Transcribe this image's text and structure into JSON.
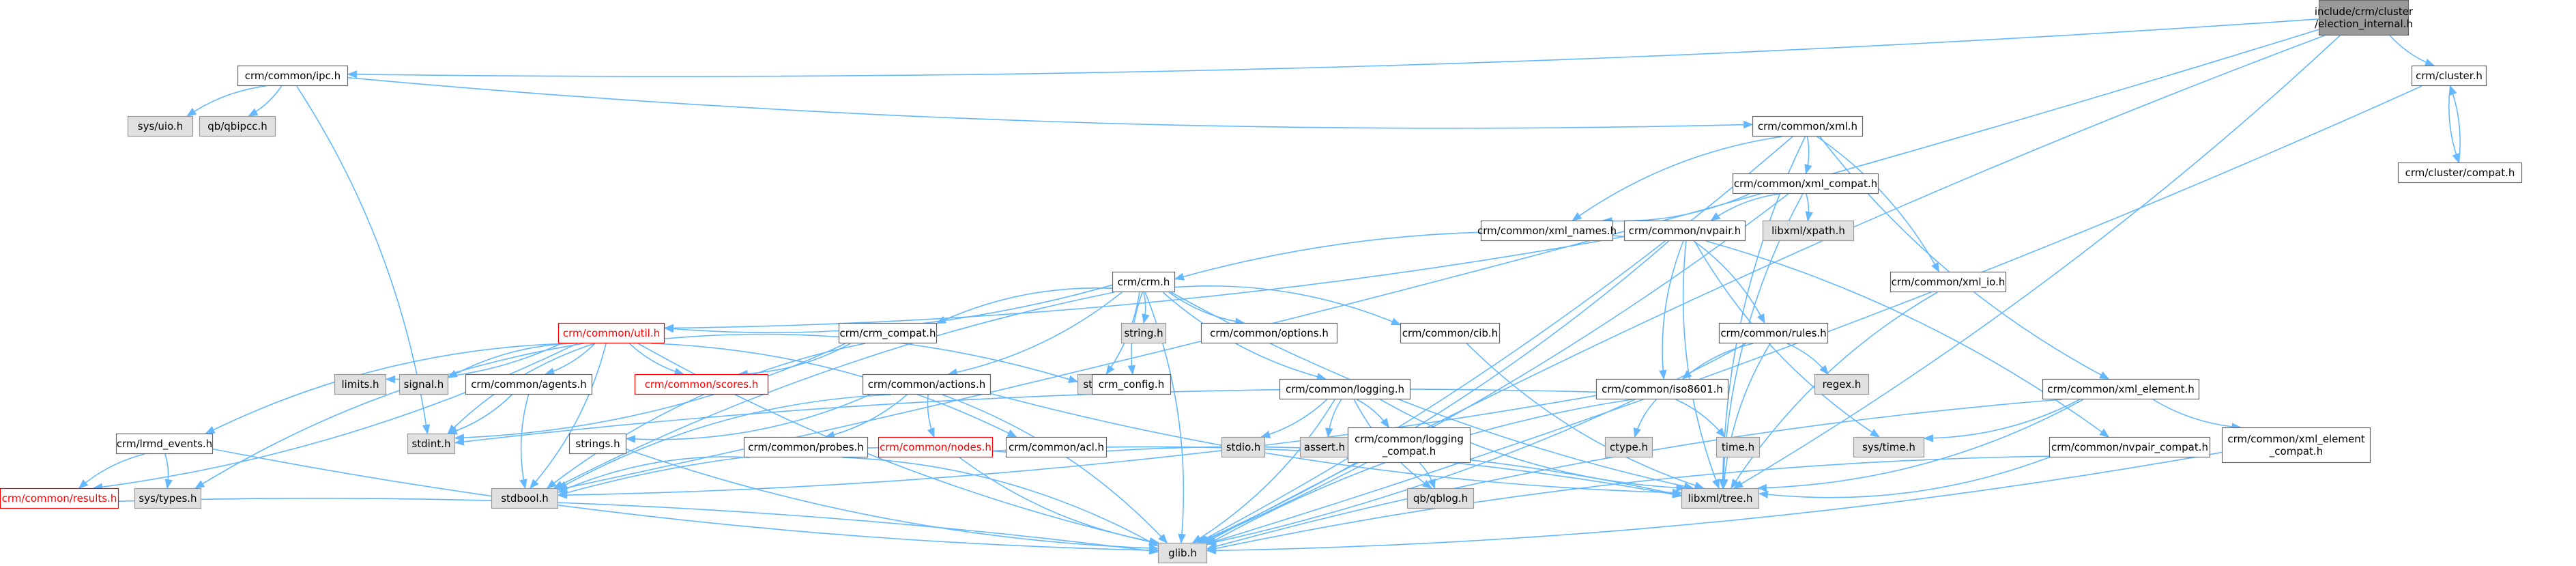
{
  "colors": {
    "edge": "#63b8ff",
    "node_border": "#666666",
    "node_fill": "#ffffff",
    "external_fill": "#e0e0e0",
    "external_border": "#999999",
    "root_fill": "#999999",
    "root_border": "#666666",
    "highlight_border": "#ff0000",
    "highlight_text": "#ff0000",
    "text": "#000000"
  },
  "nodes": [
    {
      "id": "root",
      "label": [
        "include/crm/cluster",
        "/election_internal.h"
      ],
      "kind": "root"
    },
    {
      "id": "ipc",
      "label": [
        "crm/common/ipc.h"
      ],
      "kind": "normal"
    },
    {
      "id": "cluster",
      "label": [
        "crm/cluster.h"
      ],
      "kind": "normal"
    },
    {
      "id": "sysuio",
      "label": [
        "sys/uio.h"
      ],
      "kind": "external"
    },
    {
      "id": "qbipcc",
      "label": [
        "qb/qbipcc.h"
      ],
      "kind": "external"
    },
    {
      "id": "xml",
      "label": [
        "crm/common/xml.h"
      ],
      "kind": "normal"
    },
    {
      "id": "clustercompat",
      "label": [
        "crm/cluster/compat.h"
      ],
      "kind": "normal"
    },
    {
      "id": "xmlcompat",
      "label": [
        "crm/common/xml_compat.h"
      ],
      "kind": "normal"
    },
    {
      "id": "xmlnames",
      "label": [
        "crm/common/xml_names.h"
      ],
      "kind": "normal"
    },
    {
      "id": "nvpair",
      "label": [
        "crm/common/nvpair.h"
      ],
      "kind": "normal"
    },
    {
      "id": "xpath",
      "label": [
        "libxml/xpath.h"
      ],
      "kind": "external"
    },
    {
      "id": "crmh",
      "label": [
        "crm/crm.h"
      ],
      "kind": "normal"
    },
    {
      "id": "xmlio",
      "label": [
        "crm/common/xml_io.h"
      ],
      "kind": "normal"
    },
    {
      "id": "util",
      "label": [
        "crm/common/util.h"
      ],
      "kind": "highlight"
    },
    {
      "id": "crmcompat",
      "label": [
        "crm/crm_compat.h"
      ],
      "kind": "normal"
    },
    {
      "id": "stringh",
      "label": [
        "string.h"
      ],
      "kind": "external"
    },
    {
      "id": "options",
      "label": [
        "crm/common/options.h"
      ],
      "kind": "normal"
    },
    {
      "id": "cib",
      "label": [
        "crm/common/cib.h"
      ],
      "kind": "normal"
    },
    {
      "id": "rules",
      "label": [
        "crm/common/rules.h"
      ],
      "kind": "normal"
    },
    {
      "id": "limits",
      "label": [
        "limits.h"
      ],
      "kind": "external"
    },
    {
      "id": "signal",
      "label": [
        "signal.h"
      ],
      "kind": "external"
    },
    {
      "id": "agents",
      "label": [
        "crm/common/agents.h"
      ],
      "kind": "normal"
    },
    {
      "id": "scores",
      "label": [
        "crm/common/scores.h"
      ],
      "kind": "highlight"
    },
    {
      "id": "stdlib",
      "label": [
        "stdlib.h"
      ],
      "kind": "external"
    },
    {
      "id": "crmconfig",
      "label": [
        "crm_config.h"
      ],
      "kind": "normal"
    },
    {
      "id": "actions",
      "label": [
        "crm/common/actions.h"
      ],
      "kind": "normal"
    },
    {
      "id": "logging",
      "label": [
        "crm/common/logging.h"
      ],
      "kind": "normal"
    },
    {
      "id": "regex",
      "label": [
        "regex.h"
      ],
      "kind": "external"
    },
    {
      "id": "iso8601",
      "label": [
        "crm/common/iso8601.h"
      ],
      "kind": "normal"
    },
    {
      "id": "xmlelement",
      "label": [
        "crm/common/xml_element.h"
      ],
      "kind": "normal"
    },
    {
      "id": "lrmd",
      "label": [
        "crm/lrmd_events.h"
      ],
      "kind": "normal"
    },
    {
      "id": "stdint",
      "label": [
        "stdint.h"
      ],
      "kind": "external"
    },
    {
      "id": "stringsh",
      "label": [
        "strings.h"
      ],
      "kind": "normal"
    },
    {
      "id": "probes",
      "label": [
        "crm/common/probes.h"
      ],
      "kind": "normal"
    },
    {
      "id": "nodes",
      "label": [
        "crm/common/nodes.h"
      ],
      "kind": "highlight"
    },
    {
      "id": "acl",
      "label": [
        "crm/common/acl.h"
      ],
      "kind": "normal"
    },
    {
      "id": "stdio",
      "label": [
        "stdio.h"
      ],
      "kind": "external"
    },
    {
      "id": "assert",
      "label": [
        "assert.h"
      ],
      "kind": "external"
    },
    {
      "id": "logcompat",
      "label": [
        "crm/common/logging",
        "_compat.h"
      ],
      "kind": "normal"
    },
    {
      "id": "ctype",
      "label": [
        "ctype.h"
      ],
      "kind": "external"
    },
    {
      "id": "timeh",
      "label": [
        "time.h"
      ],
      "kind": "external"
    },
    {
      "id": "systime",
      "label": [
        "sys/time.h"
      ],
      "kind": "external"
    },
    {
      "id": "nvpaircompat",
      "label": [
        "crm/common/nvpair_compat.h"
      ],
      "kind": "normal"
    },
    {
      "id": "xmlelemcompat",
      "label": [
        "crm/common/xml_element",
        "_compat.h"
      ],
      "kind": "normal"
    },
    {
      "id": "results",
      "label": [
        "crm/common/results.h"
      ],
      "kind": "highlight"
    },
    {
      "id": "systypes",
      "label": [
        "sys/types.h"
      ],
      "kind": "external"
    },
    {
      "id": "stdbool",
      "label": [
        "stdbool.h"
      ],
      "kind": "external"
    },
    {
      "id": "qblog",
      "label": [
        "qb/qblog.h"
      ],
      "kind": "external"
    },
    {
      "id": "tree",
      "label": [
        "libxml/tree.h"
      ],
      "kind": "external"
    },
    {
      "id": "glib",
      "label": [
        "glib.h"
      ],
      "kind": "external"
    }
  ],
  "edges": [
    [
      "root",
      "ipc"
    ],
    [
      "root",
      "cluster"
    ],
    [
      "root",
      "stdbool"
    ],
    [
      "root",
      "glib"
    ],
    [
      "root",
      "tree"
    ],
    [
      "ipc",
      "sysuio"
    ],
    [
      "ipc",
      "qbipcc"
    ],
    [
      "ipc",
      "xml"
    ],
    [
      "ipc",
      "stdint"
    ],
    [
      "cluster",
      "clustercompat"
    ],
    [
      "cluster",
      "glib"
    ],
    [
      "clustercompat",
      "cluster"
    ],
    [
      "xml",
      "xmlcompat"
    ],
    [
      "xml",
      "xmlnames"
    ],
    [
      "xml",
      "xmlio"
    ],
    [
      "xml",
      "xmlelement"
    ],
    [
      "xml",
      "glib"
    ],
    [
      "xml",
      "tree"
    ],
    [
      "xmlcompat",
      "xmlnames"
    ],
    [
      "xmlcompat",
      "nvpair"
    ],
    [
      "xmlcompat",
      "xpath"
    ],
    [
      "xmlcompat",
      "tree"
    ],
    [
      "xmlcompat",
      "glib"
    ],
    [
      "nvpair",
      "crmh"
    ],
    [
      "nvpair",
      "rules"
    ],
    [
      "nvpair",
      "iso8601"
    ],
    [
      "nvpair",
      "nvpaircompat"
    ],
    [
      "nvpair",
      "systime"
    ],
    [
      "nvpair",
      "glib"
    ],
    [
      "nvpair",
      "tree"
    ],
    [
      "nvpair",
      "util"
    ],
    [
      "xmlio",
      "tree"
    ],
    [
      "crmh",
      "util"
    ],
    [
      "crmh",
      "crmcompat"
    ],
    [
      "crmh",
      "stringh"
    ],
    [
      "crmh",
      "options"
    ],
    [
      "crmh",
      "cib"
    ],
    [
      "crmh",
      "crmconfig"
    ],
    [
      "crmh",
      "actions"
    ],
    [
      "crmh",
      "logging"
    ],
    [
      "crmh",
      "stdlib"
    ],
    [
      "crmh",
      "stdbool"
    ],
    [
      "crmh",
      "glib"
    ],
    [
      "crmh",
      "tree"
    ],
    [
      "util",
      "limits"
    ],
    [
      "util",
      "signal"
    ],
    [
      "util",
      "agents"
    ],
    [
      "util",
      "scores"
    ],
    [
      "util",
      "stdlib"
    ],
    [
      "util",
      "lrmd"
    ],
    [
      "util",
      "results"
    ],
    [
      "util",
      "stdint"
    ],
    [
      "util",
      "stdbool"
    ],
    [
      "util",
      "glib"
    ],
    [
      "util",
      "acl"
    ],
    [
      "util",
      "systypes"
    ],
    [
      "crmcompat",
      "stdint"
    ],
    [
      "crmcompat",
      "stdbool"
    ],
    [
      "crmcompat",
      "scores"
    ],
    [
      "cib",
      "tree"
    ],
    [
      "rules",
      "regex"
    ],
    [
      "rules",
      "iso8601"
    ],
    [
      "rules",
      "glib"
    ],
    [
      "rules",
      "tree"
    ],
    [
      "agents",
      "stdint"
    ],
    [
      "agents",
      "stdbool"
    ],
    [
      "actions",
      "probes"
    ],
    [
      "actions",
      "nodes"
    ],
    [
      "actions",
      "stringsh"
    ],
    [
      "actions",
      "stdbool"
    ],
    [
      "actions",
      "glib"
    ],
    [
      "actions",
      "tree"
    ],
    [
      "logging",
      "stdio"
    ],
    [
      "logging",
      "assert"
    ],
    [
      "logging",
      "logcompat"
    ],
    [
      "logging",
      "qblog"
    ],
    [
      "logging",
      "glib"
    ],
    [
      "logging",
      "tree"
    ],
    [
      "logcompat",
      "qblog"
    ],
    [
      "iso8601",
      "ctype"
    ],
    [
      "iso8601",
      "timeh"
    ],
    [
      "iso8601",
      "stdint"
    ],
    [
      "iso8601",
      "stdbool"
    ],
    [
      "iso8601",
      "glib"
    ],
    [
      "xmlelement",
      "systime"
    ],
    [
      "xmlelement",
      "xmlelemcompat"
    ],
    [
      "xmlelement",
      "tree"
    ],
    [
      "xmlelement",
      "glib"
    ],
    [
      "xmlelemcompat",
      "glib"
    ],
    [
      "nvpaircompat",
      "glib"
    ],
    [
      "nvpaircompat",
      "tree"
    ],
    [
      "lrmd",
      "results"
    ],
    [
      "lrmd",
      "systypes"
    ],
    [
      "lrmd",
      "glib"
    ],
    [
      "results",
      "glib"
    ],
    [
      "probes",
      "stdbool"
    ],
    [
      "probes",
      "glib"
    ],
    [
      "nodes",
      "glib"
    ],
    [
      "nodes",
      "tree"
    ],
    [
      "acl",
      "stdbool"
    ],
    [
      "acl",
      "tree"
    ],
    [
      "stringsh",
      "glib"
    ]
  ]
}
